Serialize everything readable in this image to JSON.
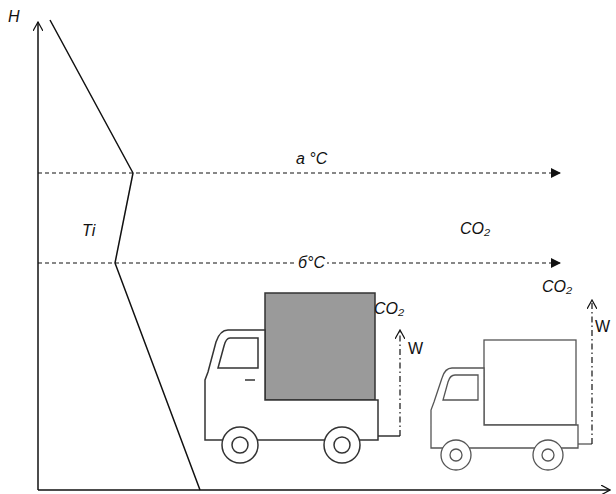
{
  "diagram": {
    "labels": [
      "H",
      "а °C",
      "Ti",
      "CO₂",
      "б°C",
      "CO₂",
      "W",
      "CO₂",
      "W"
    ]
  }
}
